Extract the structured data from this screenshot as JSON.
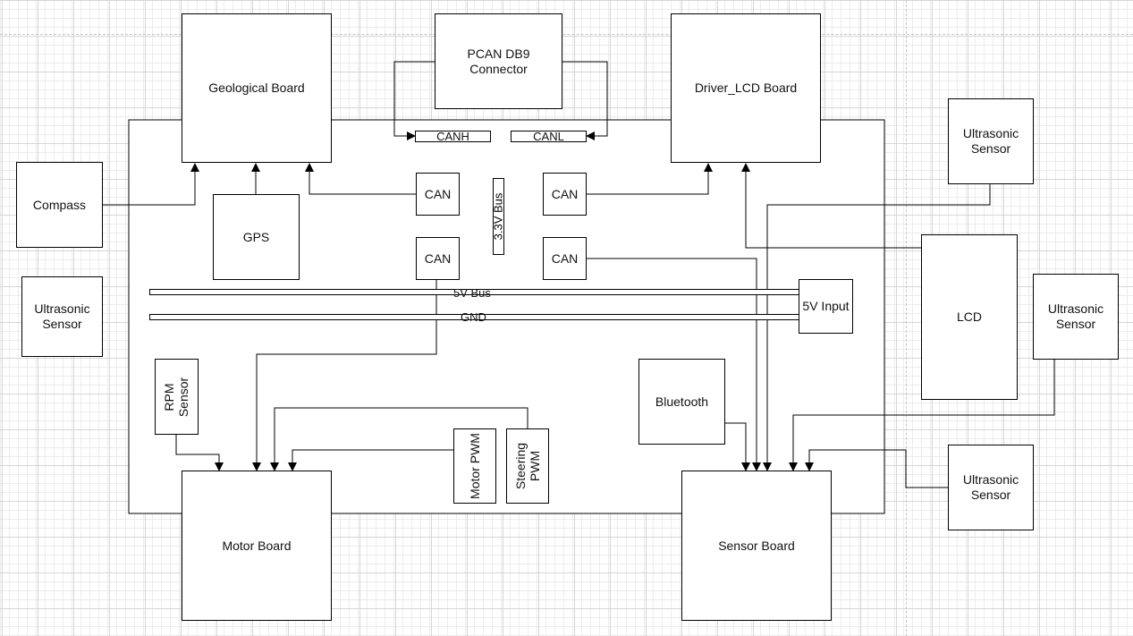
{
  "labels": {
    "geological_board": "Geological Board",
    "pcan": "PCAN DB9\nConnector",
    "driver_lcd_board": "Driver_LCD Board",
    "canh": "CANH",
    "canl": "CANL",
    "compass": "Compass",
    "gps": "GPS",
    "can": "CAN",
    "bus_3v3": "3.3V Bus",
    "bus_5v": "5V Bus",
    "gnd": "GND",
    "input_5v": "5V Input",
    "ultrasonic_sensor": "Ultrasonic\nSensor",
    "lcd": "LCD",
    "rpm_sensor": "RPM\nSensor",
    "bluetooth": "Bluetooth",
    "motor_pwm": "Motor PWM",
    "steering_pwm": "Steering\nPWM",
    "motor_board": "Motor Board",
    "sensor_board": "Sensor Board"
  }
}
